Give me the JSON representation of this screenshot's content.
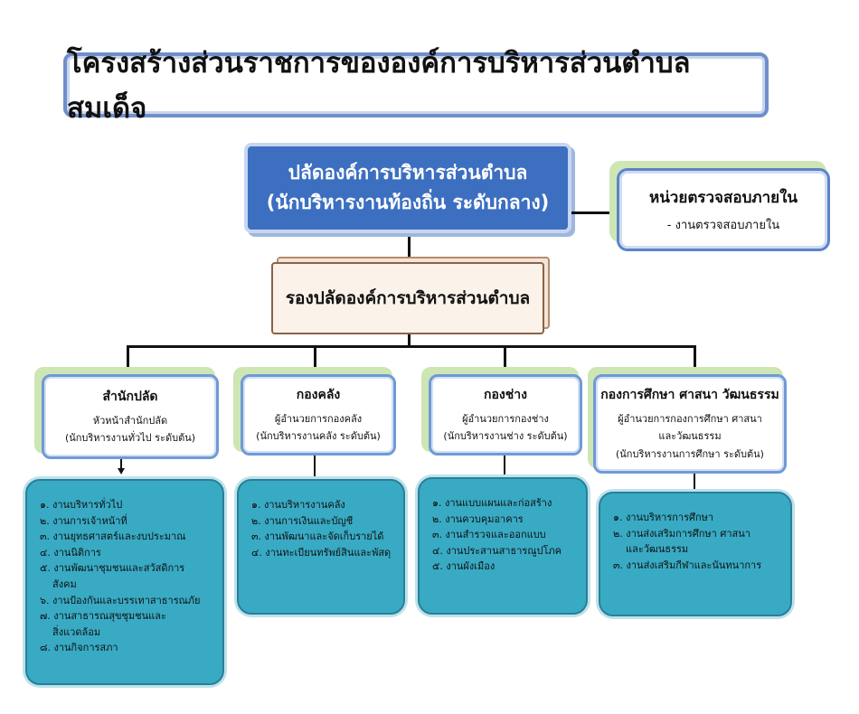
{
  "title": "โครงสร้างส่วนราชการขององค์การบริหารส่วนตำบลสมเด็จ",
  "chief": {
    "line1": "ปลัดองค์การบริหารส่วนตำบล",
    "line2": "(นักบริหารงานท้องถิ่น ระดับกลาง)"
  },
  "audit": {
    "title": "หน่วยตรวจสอบภายใน",
    "sub": "- งานตรวจสอบภายใน"
  },
  "deputy": "รองปลัดองค์การบริหารส่วนตำบล",
  "departments": [
    {
      "name": "สำนักปลัด",
      "head": "หัวหน้าสำนักปลัด",
      "level": "(นักบริหารงานทั่วไป ระดับต้น)",
      "tasks": [
        "๑. งานบริหารทั่วไป",
        "๒. งานการเจ้าหน้าที่",
        "๓. งานยุทธศาสตร์และงบประมาณ",
        "๔. งานนิติการ",
        "๕. งานพัฒนาชุมชนและสวัสดิการ",
        "สังคม",
        "๖. งานป้องกันและบรรเทาสาธารณภัย",
        "๗. งานสาธารณสุขชุมชนและ",
        "สิ่งแวดล้อม",
        "๘. งานกิจการสภา"
      ]
    },
    {
      "name": "กองคลัง",
      "head": "ผู้อำนวยการกองคลัง",
      "level": "(นักบริหารงานคลัง ระดับต้น)",
      "tasks": [
        "๑. งานบริหารงานคลัง",
        "๒. งานการเงินและบัญชี",
        "๓. งานพัฒนาและจัดเก็บรายได้",
        "๔. งานทะเบียนทรัพย์สินและพัสดุ"
      ]
    },
    {
      "name": "กองช่าง",
      "head": "ผู้อำนวยการกองช่าง",
      "level": "(นักบริหารงานช่าง ระดับต้น)",
      "tasks": [
        "๑. งานแบบแผนและก่อสร้าง",
        "๒. งานควบคุมอาคาร",
        "๓. งานสำรวจและออกแบบ",
        "๔. งานประสานสาธารณูปโภค",
        "๕. งานผังเมือง"
      ]
    },
    {
      "name": "กองการศึกษา ศาสนา วัฒนธรรม",
      "head": "ผู้อำนวยการกองการศึกษา ศาสนา",
      "head2": "และวัฒนธรรม",
      "level": "(นักบริหารงานการศึกษา ระดับต้น)",
      "tasks": [
        "๑. งานบริหารการศึกษา",
        "๒. งานส่งเสริมการศึกษา ศาสนา",
        "และวัฒนธรรม",
        "๓. งานส่งเสริมกีฬาและนันทนาการ"
      ]
    }
  ]
}
